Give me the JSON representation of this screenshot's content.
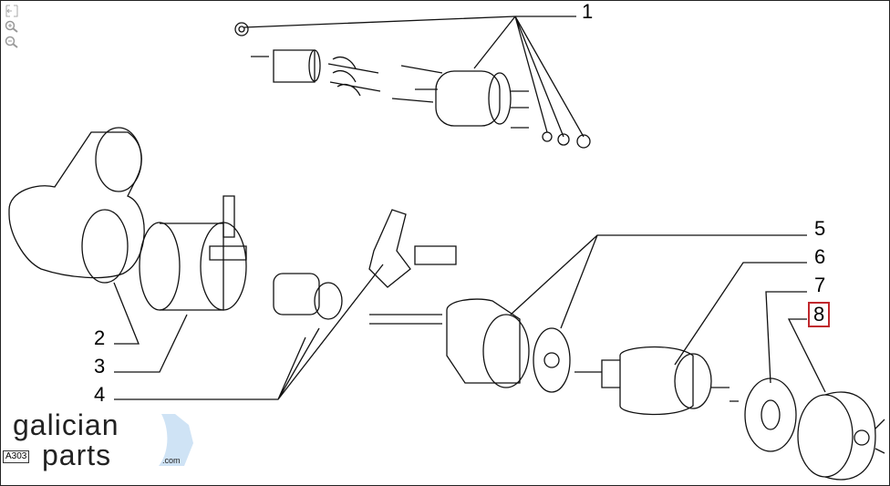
{
  "toolbar": {
    "icons": [
      "fit-screen-icon",
      "zoom-in-icon",
      "zoom-out-icon"
    ]
  },
  "callouts": [
    {
      "number": "1",
      "selected": false
    },
    {
      "number": "2",
      "selected": false
    },
    {
      "number": "3",
      "selected": false
    },
    {
      "number": "4",
      "selected": false
    },
    {
      "number": "5",
      "selected": false
    },
    {
      "number": "6",
      "selected": false
    },
    {
      "number": "7",
      "selected": false
    },
    {
      "number": "8",
      "selected": true
    }
  ],
  "diagram_ref": "A303",
  "logo": {
    "line1": "galician",
    "line2": "parts",
    "suffix": ".com"
  },
  "colors": {
    "selected_border": "#c0282d",
    "logo_map": "#cfe3f5"
  }
}
